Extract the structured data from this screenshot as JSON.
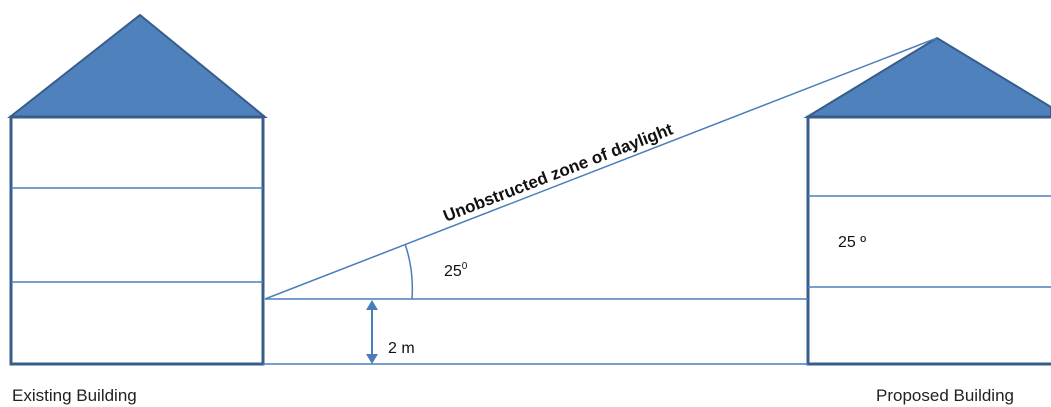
{
  "labels": {
    "zone": "Unobstructed zone of daylight",
    "angle_left_value": "25",
    "angle_left_unit": "0",
    "angle_right": "25 º",
    "height": "2 m",
    "existing": "Existing Building",
    "proposed": "Proposed Building"
  },
  "colors": {
    "roof": "#4f81bd",
    "outline": "#385d8a",
    "line": "#4a7ebb",
    "text": "#111111"
  }
}
